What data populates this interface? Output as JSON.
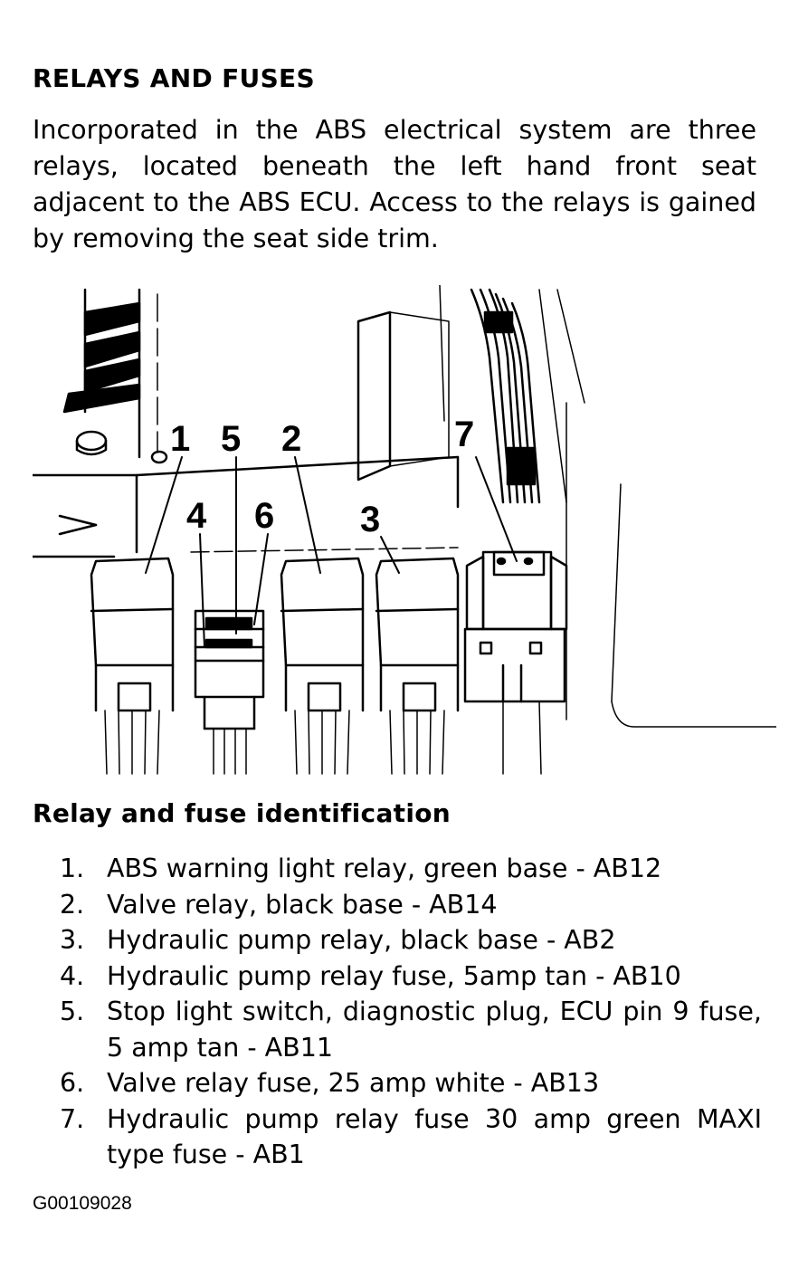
{
  "heading": "RELAYS AND FUSES",
  "intro": "Incorporated in the ABS electrical system are three relays, located beneath the left hand front seat adjacent to the ABS ECU. Access to the relays is gained by removing the seat side trim.",
  "figure": {
    "callouts": [
      "1",
      "5",
      "2",
      "7",
      "4",
      "6",
      "3"
    ]
  },
  "identification": {
    "heading": "Relay and fuse identification",
    "items": [
      {
        "num": "1.",
        "text": "ABS warning light relay, green base - AB12"
      },
      {
        "num": "2.",
        "text": "Valve relay, black base - AB14"
      },
      {
        "num": "3.",
        "text": "Hydraulic pump relay, black base - AB2"
      },
      {
        "num": "4.",
        "text": "Hydraulic pump relay fuse, 5amp tan - AB10"
      },
      {
        "num": "5.",
        "text": "Stop light switch, diagnostic plug, ECU pin 9 fuse, 5 amp tan - AB11"
      },
      {
        "num": "6.",
        "text": "Valve relay fuse, 25 amp white - AB13"
      },
      {
        "num": "7.",
        "text": "Hydraulic pump relay fuse 30 amp green MAXI type fuse - AB1"
      }
    ]
  },
  "figure_code": "G00109028"
}
